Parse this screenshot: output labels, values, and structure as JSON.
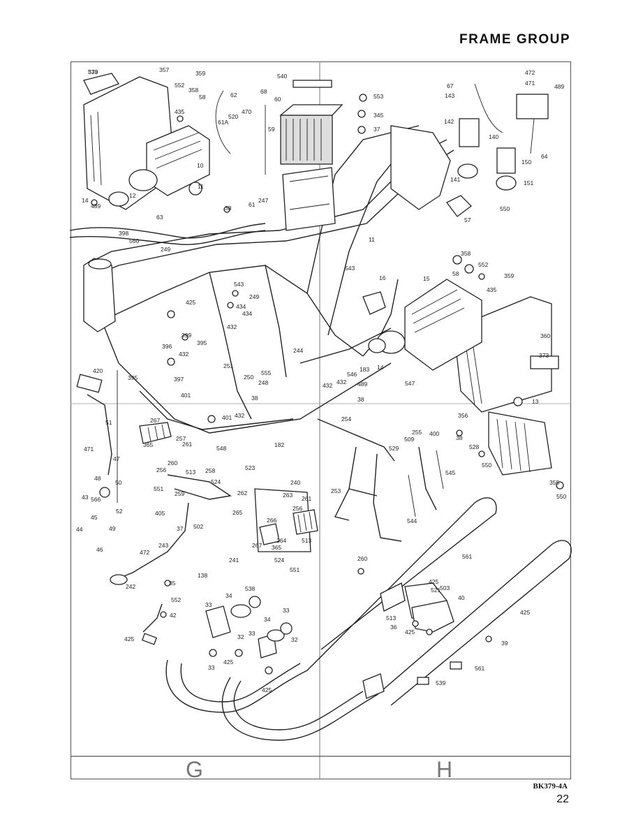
{
  "header": {
    "title": "FRAME GROUP"
  },
  "zones": [
    {
      "label": "G"
    },
    {
      "label": "H"
    }
  ],
  "footer": {
    "code": "BK379-4A",
    "page_number": "22"
  },
  "callouts": [
    "373",
    "357",
    "359",
    "552",
    "358",
    "58",
    "435",
    "10",
    "11",
    "12",
    "14",
    "489",
    "62",
    "520",
    "470",
    "61A",
    "68",
    "540",
    "60",
    "553",
    "345",
    "37",
    "59",
    "247",
    "38",
    "61",
    "63",
    "398",
    "560",
    "249",
    "67",
    "143",
    "472",
    "471",
    "489",
    "142",
    "140",
    "150",
    "151",
    "141",
    "64",
    "550",
    "57",
    "358",
    "58",
    "552",
    "359",
    "435",
    "360",
    "373",
    "13",
    "15",
    "16",
    "11",
    "543",
    "543",
    "249",
    "434",
    "434",
    "425",
    "432",
    "399",
    "395",
    "396",
    "432",
    "251",
    "250",
    "401",
    "397",
    "395",
    "244",
    "555",
    "248",
    "38",
    "432",
    "432",
    "546",
    "183",
    "14",
    "489",
    "38",
    "547",
    "420",
    "51",
    "471",
    "47",
    "48",
    "50",
    "43",
    "566",
    "52",
    "45",
    "44",
    "49",
    "46",
    "267",
    "365",
    "257",
    "261",
    "260",
    "258",
    "256",
    "551",
    "513",
    "524",
    "259",
    "262",
    "548",
    "523",
    "182",
    "401",
    "432",
    "254",
    "529",
    "509",
    "255",
    "400",
    "545",
    "253",
    "544",
    "356",
    "38",
    "528",
    "550",
    "355",
    "550",
    "37",
    "405",
    "502",
    "472",
    "243",
    "138",
    "241",
    "242",
    "240",
    "263",
    "261",
    "265",
    "256",
    "266",
    "267",
    "264",
    "513",
    "365",
    "524",
    "551",
    "260",
    "561",
    "35",
    "552",
    "42",
    "425",
    "538",
    "34",
    "33",
    "32",
    "33",
    "34",
    "33",
    "32",
    "33",
    "425",
    "425",
    "425",
    "503",
    "521",
    "40",
    "513",
    "36",
    "425",
    "425",
    "39",
    "561",
    "539",
    "539"
  ]
}
